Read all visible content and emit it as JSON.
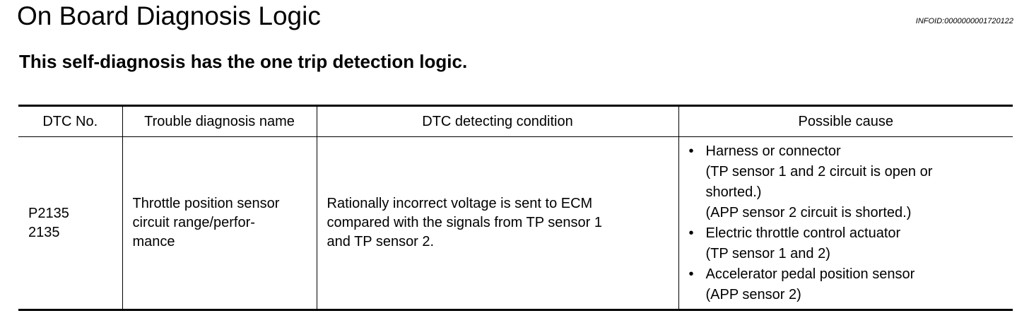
{
  "header": {
    "title": "On Board Diagnosis Logic",
    "info_id": "INFOID:0000000001720122",
    "subtitle": "This self-diagnosis has the one trip detection logic."
  },
  "table": {
    "columns": [
      "DTC No.",
      "Trouble diagnosis name",
      "DTC detecting condition",
      "Possible cause"
    ],
    "row": {
      "dtc_no": [
        "P2135",
        "2135"
      ],
      "diagnosis_name": [
        "Throttle position sensor",
        "circuit range/perfor-",
        "mance"
      ],
      "detecting_condition": [
        "Rationally incorrect voltage is sent to ECM",
        "compared with the signals from TP sensor 1",
        "and TP sensor 2."
      ],
      "bullet": "•",
      "possible_causes": [
        {
          "label": "Harness or connector",
          "details": [
            "(TP sensor 1 and 2 circuit is open or",
            "shorted.)",
            "(APP sensor 2 circuit is shorted.)"
          ]
        },
        {
          "label": "Electric throttle control actuator",
          "details": [
            "(TP sensor 1 and 2)"
          ]
        },
        {
          "label": "Accelerator pedal position sensor",
          "details": [
            "(APP sensor 2)"
          ]
        }
      ]
    }
  }
}
